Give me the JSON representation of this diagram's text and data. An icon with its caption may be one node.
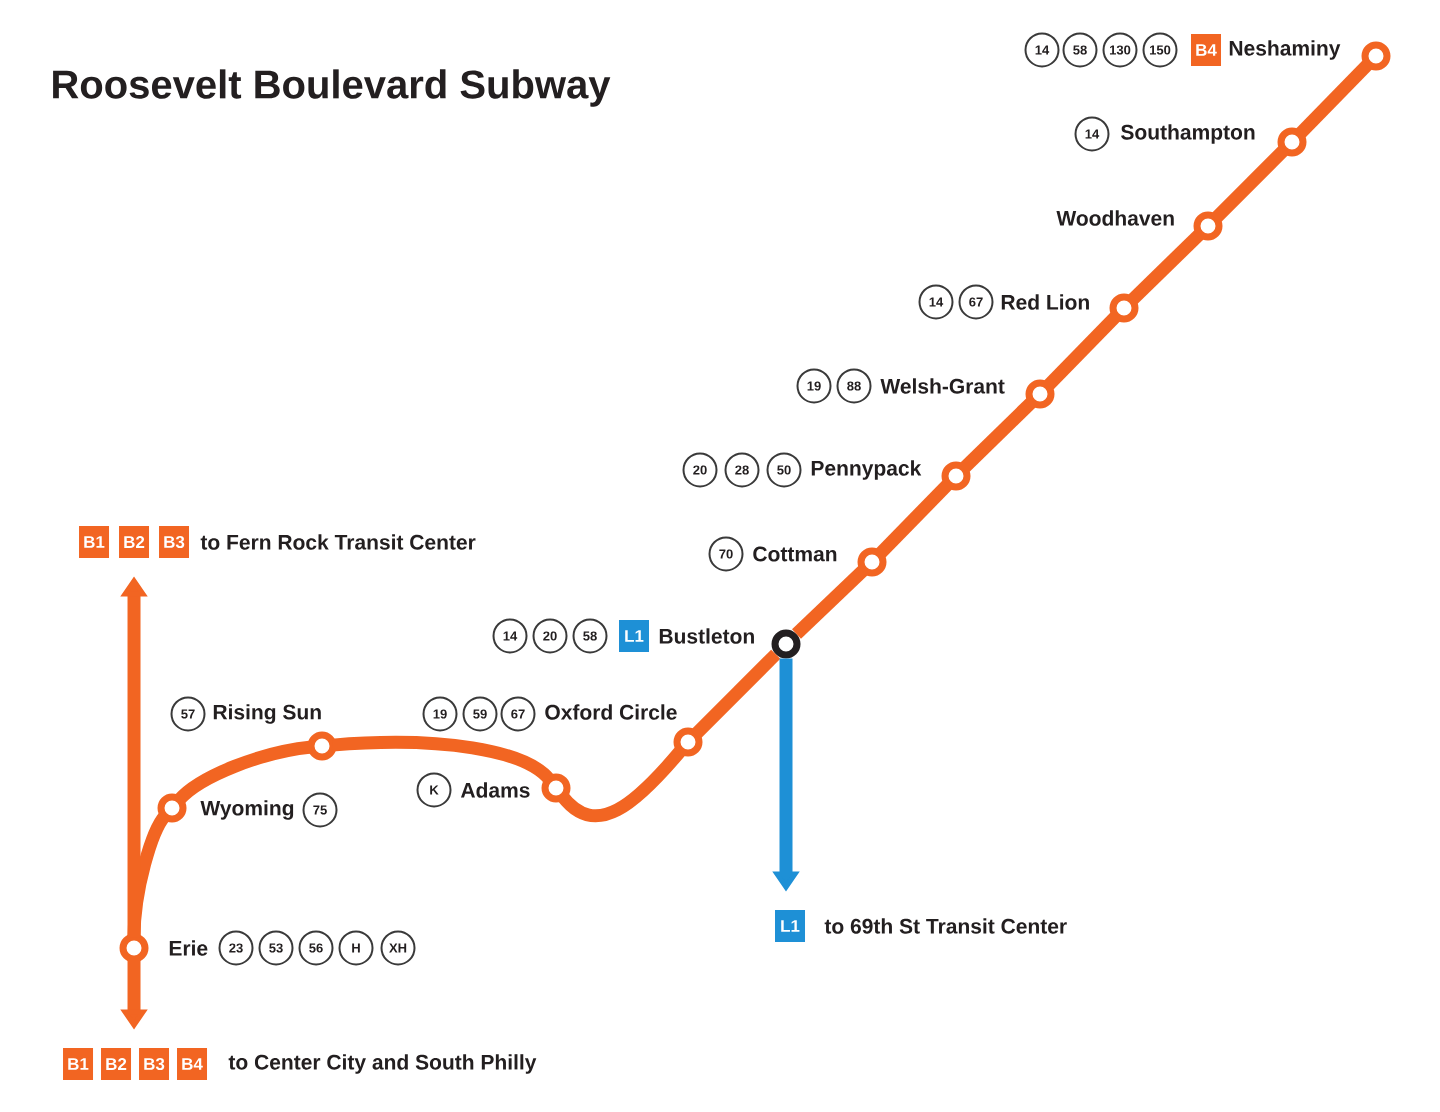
{
  "diagram": {
    "title": "Roosevelt Boulevard Subway",
    "nodes": [
      {
        "text": [],
        "shape": "circle"
      },
      {
        "text": [
          "14"
        ]
      },
      {
        "text": [
          "58"
        ]
      },
      {
        "text": [
          "130"
        ]
      },
      {
        "text": [
          "150"
        ]
      },
      {
        "text": [
          "B4"
        ]
      },
      {
        "text": [],
        "shape": "circle"
      },
      {
        "text": [
          "14"
        ]
      },
      {
        "text": [],
        "shape": "circle"
      },
      {
        "text": [],
        "shape": "circle"
      },
      {
        "text": [
          "14"
        ]
      },
      {
        "text": [
          "67"
        ]
      },
      {
        "text": [],
        "shape": "circle"
      },
      {
        "text": [
          "19"
        ]
      },
      {
        "text": [
          "88"
        ]
      },
      {
        "text": [],
        "shape": "circle"
      },
      {
        "text": [
          "20"
        ]
      },
      {
        "text": [
          "28"
        ]
      },
      {
        "text": [
          "50"
        ]
      },
      {
        "text": [
          "B1"
        ]
      },
      {
        "text": [
          "B2"
        ]
      },
      {
        "text": [
          "B3"
        ]
      },
      {
        "text": [],
        "shape": "circle"
      },
      {
        "text": [
          "70"
        ]
      },
      {
        "text": [],
        "shape": "circle"
      },
      {
        "text": [
          "14"
        ]
      },
      {
        "text": [
          "20"
        ]
      },
      {
        "text": [
          "58"
        ]
      },
      {
        "text": [
          "L1"
        ]
      },
      {
        "text": [],
        "shape": "circle"
      },
      {
        "text": [
          "57"
        ]
      },
      {
        "text": [],
        "shape": "circle"
      },
      {
        "text": [
          "19"
        ]
      },
      {
        "text": [
          "59"
        ]
      },
      {
        "text": [
          "67"
        ]
      },
      {
        "text": [],
        "shape": "circle"
      },
      {
        "text": [
          "K"
        ]
      },
      {
        "text": [],
        "shape": "circle"
      },
      {
        "text": [
          "75"
        ]
      },
      {
        "text": [
          "L1"
        ]
      },
      {
        "text": [],
        "shape": "circle"
      },
      {
        "text": [
          "23"
        ]
      },
      {
        "text": [
          "53"
        ]
      },
      {
        "text": [
          "56"
        ]
      },
      {
        "text": [
          "H"
        ]
      },
      {
        "text": [
          "XH"
        ]
      },
      {
        "text": [
          "B1"
        ]
      },
      {
        "text": [
          "B2"
        ]
      },
      {
        "text": [
          "B3"
        ]
      },
      {
        "text": [
          "B4"
        ]
      }
    ],
    "edges": [
      {
        "from": 0,
        "to": 6,
        "arrow": "none"
      },
      {
        "from": 6,
        "to": 8,
        "arrow": "none"
      },
      {
        "from": 8,
        "to": 9,
        "arrow": "none"
      },
      {
        "from": 9,
        "to": 12,
        "arrow": "none"
      },
      {
        "from": 12,
        "to": 15,
        "arrow": "none"
      },
      {
        "from": 15,
        "to": 22,
        "arrow": "none"
      },
      {
        "from": 22,
        "to": 24,
        "arrow": "none"
      },
      {
        "from": 24,
        "to": 31,
        "arrow": "none"
      },
      {
        "from": 31,
        "to": 35,
        "arrow": "none"
      },
      {
        "from": 35,
        "to": 29,
        "arrow": "none"
      },
      {
        "from": 29,
        "to": 37,
        "arrow": "none"
      },
      {
        "from": 37,
        "to": 40,
        "arrow": "none"
      },
      {
        "from": 40,
        "to": 20,
        "arrow": "to"
      },
      {
        "from": 40,
        "to": 47,
        "arrow": "to"
      },
      {
        "from": 24,
        "to": 39,
        "arrow": "to",
        "color": "#1e90d6"
      }
    ],
    "labels": [
      "Neshaminy",
      "Southampton",
      "Woodhaven",
      "Red Lion",
      "Welsh-Grant",
      "Pennypack",
      "to Fern Rock Transit Center",
      "Cottman",
      "Bustleton",
      "Rising Sun",
      "Oxford Circle",
      "Adams",
      "Wyoming",
      "to 69th St Transit Center",
      "Erie",
      "to Center City and South Philly"
    ]
  }
}
